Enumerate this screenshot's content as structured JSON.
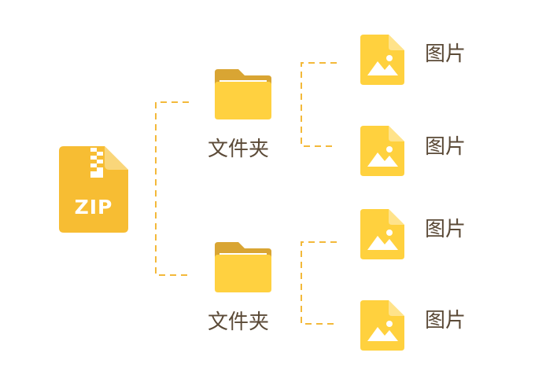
{
  "root": {
    "icon": "zip-archive-icon",
    "text": "ZIP"
  },
  "folders": [
    {
      "icon": "folder-icon",
      "label": "文件夹",
      "files": [
        {
          "icon": "image-file-icon",
          "label": "图片"
        },
        {
          "icon": "image-file-icon",
          "label": "图片"
        }
      ]
    },
    {
      "icon": "folder-icon",
      "label": "文件夹",
      "files": [
        {
          "icon": "image-file-icon",
          "label": "图片"
        },
        {
          "icon": "image-file-icon",
          "label": "图片"
        }
      ]
    }
  ],
  "colors": {
    "connector": "#f3b93a",
    "zip_body": "#f7bd33",
    "zip_fold": "#f9d67a",
    "folder_back": "#d9a533",
    "folder_paper": "#ffffff",
    "folder_front": "#ffd140",
    "image_body": "#ffd13e",
    "image_fold": "#ffe38b",
    "label_text": "#5b4a37"
  }
}
